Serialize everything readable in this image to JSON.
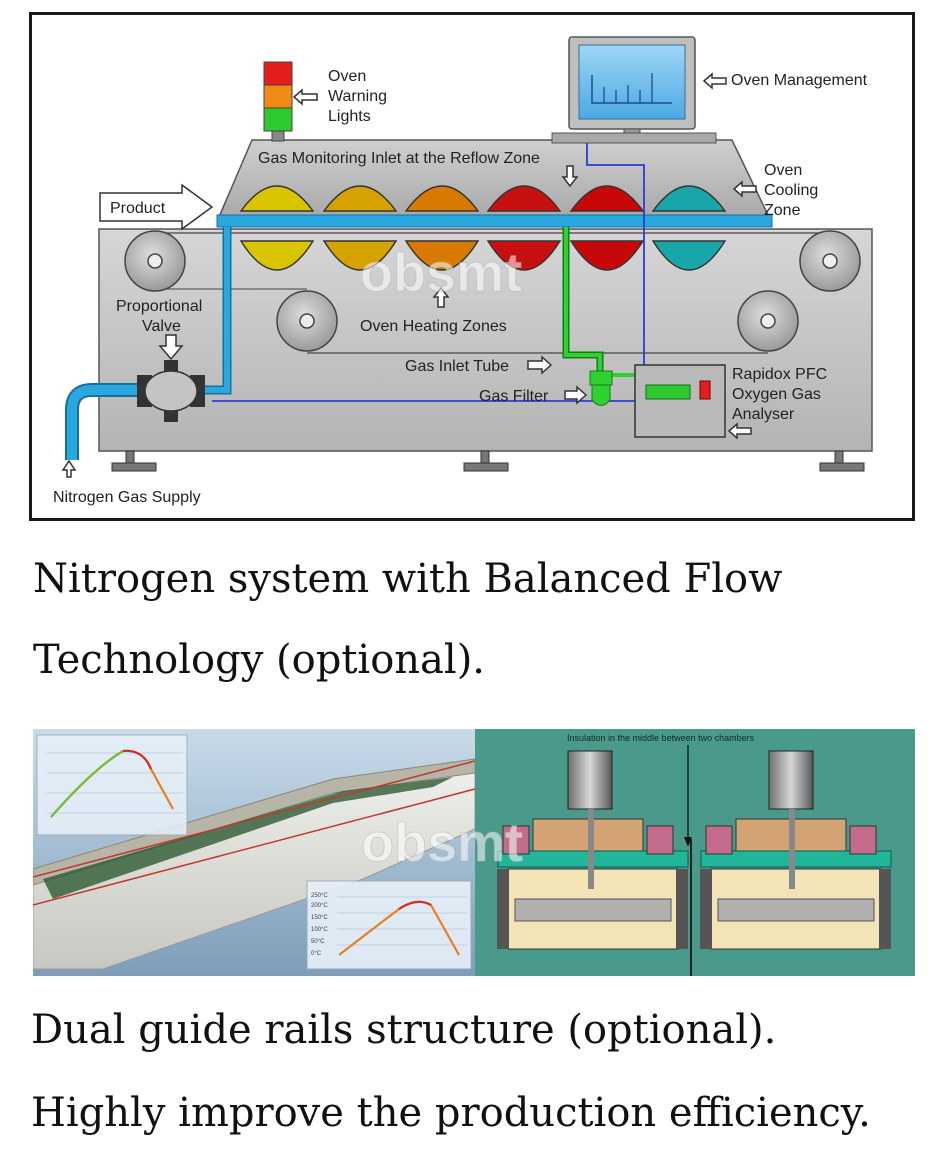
{
  "diagram": {
    "labels": {
      "warning_lights": [
        "Oven",
        "Warning",
        "Lights"
      ],
      "oven_management": "Oven Management",
      "gas_monitoring": "Gas Monitoring Inlet at the Reflow Zone",
      "cooling_zone": [
        "Oven",
        "Cooling",
        "Zone"
      ],
      "product": "Product",
      "proportional_valve": [
        "Proportional",
        "Valve"
      ],
      "heating_zones": "Oven Heating Zones",
      "gas_inlet_tube": "Gas Inlet Tube",
      "gas_filter": "Gas Filter",
      "analyser": [
        "Rapidox PFC",
        "Oxygen Gas",
        "Analyser"
      ],
      "nitrogen_supply": "Nitrogen Gas Supply"
    },
    "watermark": "obsmt",
    "colors": {
      "nitrogen_line": "#29a8e0",
      "gas_line": "#22c322",
      "signal_line": "#2b3fcf",
      "oven_body": "#c8c8c8",
      "zone_colors": [
        "#d8c400",
        "#d6a200",
        "#d87a00",
        "#c81010",
        "#c80808",
        "#19a6a8"
      ],
      "light_colors": [
        "#e41d1d",
        "#f08a12",
        "#2ec92e"
      ]
    }
  },
  "captions": {
    "nitrogen": [
      "Nitrogen system with Balanced Flow",
      "Technology (optional)."
    ],
    "rails": [
      "Dual guide rails structure (optional).",
      "Highly improve the production efficiency."
    ]
  },
  "photos": {
    "chamber_note": "Insulation in the middle between two chambers",
    "watermark": "obsmt",
    "axis_ticks": [
      "250°C",
      "200°C",
      "150°C",
      "100°C",
      "50°C",
      "0°C"
    ]
  }
}
